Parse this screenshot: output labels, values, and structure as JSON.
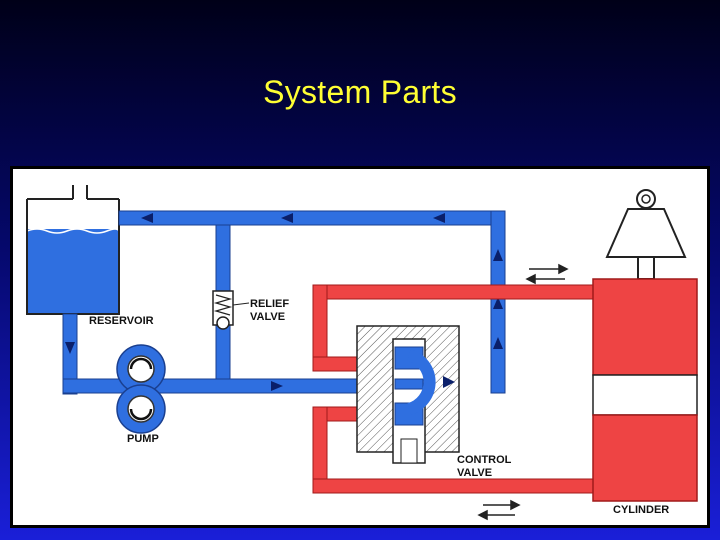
{
  "slide": {
    "title": "System Parts"
  },
  "labels": {
    "reservoir": "RESERVOIR",
    "relief_valve": [
      "RELIEF",
      "VALVE"
    ],
    "pump": "PUMP",
    "control_valve": [
      "CONTROL",
      "VALVE"
    ],
    "cylinder": "CYLINDER"
  },
  "colors": {
    "return_line": "#2f6fe0",
    "pressure_line": "#ee4444",
    "background_gradient": [
      "#000018",
      "#1a1fd8"
    ],
    "title": "#ffff33"
  }
}
